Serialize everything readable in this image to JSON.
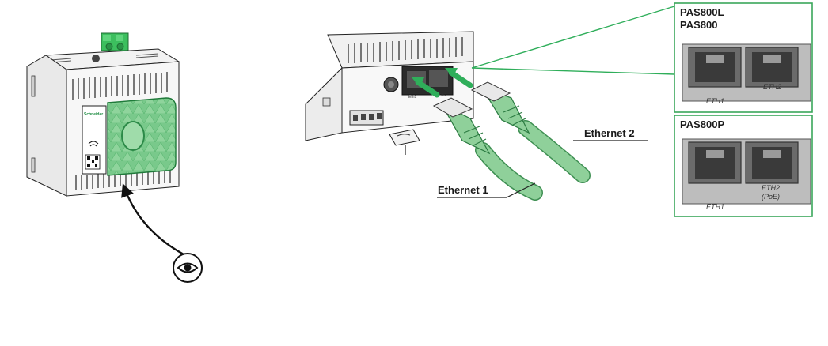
{
  "callouts": {
    "ethernet1": "Ethernet 1",
    "ethernet2": "Ethernet 2"
  },
  "panel_top": {
    "model_line1": "PAS800L",
    "model_line2": "PAS800",
    "port1": "ETH1",
    "port2": "ETH2"
  },
  "panel_bottom": {
    "model": "PAS800P",
    "port1": "ETH1",
    "port2_line1": "ETH2",
    "port2_line2": "(PoE)"
  },
  "device_tiny_text": {
    "brand": "Schneider",
    "port_tag1": "Eth1",
    "port_tag2": "Eth2"
  },
  "colors": {
    "accent_green": "#2fae5a",
    "cable_green": "#8fd09a",
    "cable_dark": "#3e8f52",
    "line": "#222222",
    "panel_border": "#3aa65a"
  },
  "icons": [
    "eye-icon",
    "curved-arrow-icon",
    "push-arrow-icon"
  ]
}
